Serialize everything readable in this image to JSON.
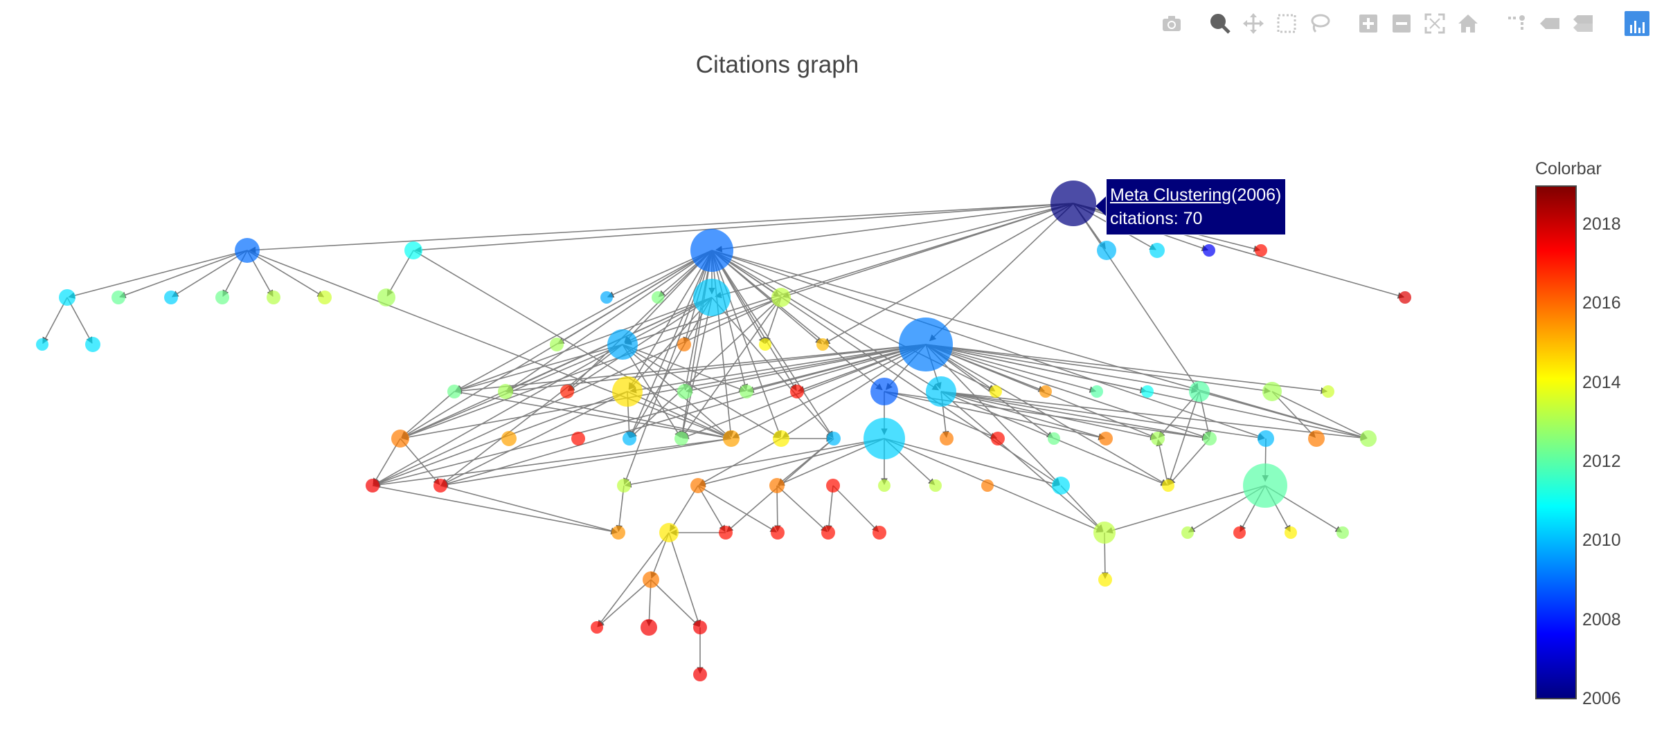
{
  "title": "Citations graph",
  "modebar": {
    "buttons": [
      {
        "name": "download-plot-icon",
        "label": "Download plot as a png"
      },
      {
        "name": "zoom-icon",
        "label": "Zoom",
        "active": true
      },
      {
        "name": "pan-icon",
        "label": "Pan"
      },
      {
        "name": "box-select-icon",
        "label": "Box Select"
      },
      {
        "name": "lasso-select-icon",
        "label": "Lasso Select"
      },
      {
        "name": "zoom-in-icon",
        "label": "Zoom in"
      },
      {
        "name": "zoom-out-icon",
        "label": "Zoom out"
      },
      {
        "name": "autoscale-icon",
        "label": "Autoscale"
      },
      {
        "name": "reset-axes-icon",
        "label": "Reset axes"
      },
      {
        "name": "toggle-spike-lines-icon",
        "label": "Toggle Spike Lines"
      },
      {
        "name": "hover-closest-icon",
        "label": "Show closest data on hover"
      },
      {
        "name": "hover-compare-icon",
        "label": "Compare data on hover"
      },
      {
        "name": "plotly-logo-icon",
        "label": "Produced with Plotly"
      }
    ]
  },
  "colorbar": {
    "title": "Colorbar",
    "min": 2006,
    "max": 2019,
    "ticks": [
      "2018",
      "2016",
      "2014",
      "2012",
      "2010",
      "2008",
      "2006"
    ],
    "tick_values": [
      2018,
      2016,
      2014,
      2012,
      2010,
      2008,
      2006
    ],
    "colorscale": [
      "#000080",
      "#0000ff",
      "#0080ff",
      "#00ffff",
      "#80ff80",
      "#ffff00",
      "#ff8000",
      "#ff0000",
      "#800000"
    ]
  },
  "hover": {
    "title": "Meta Clustering",
    "year": "(2006)",
    "citations": "citations: 70"
  },
  "edge_color": "#7f7f7f",
  "node_opacity": 0.7
}
